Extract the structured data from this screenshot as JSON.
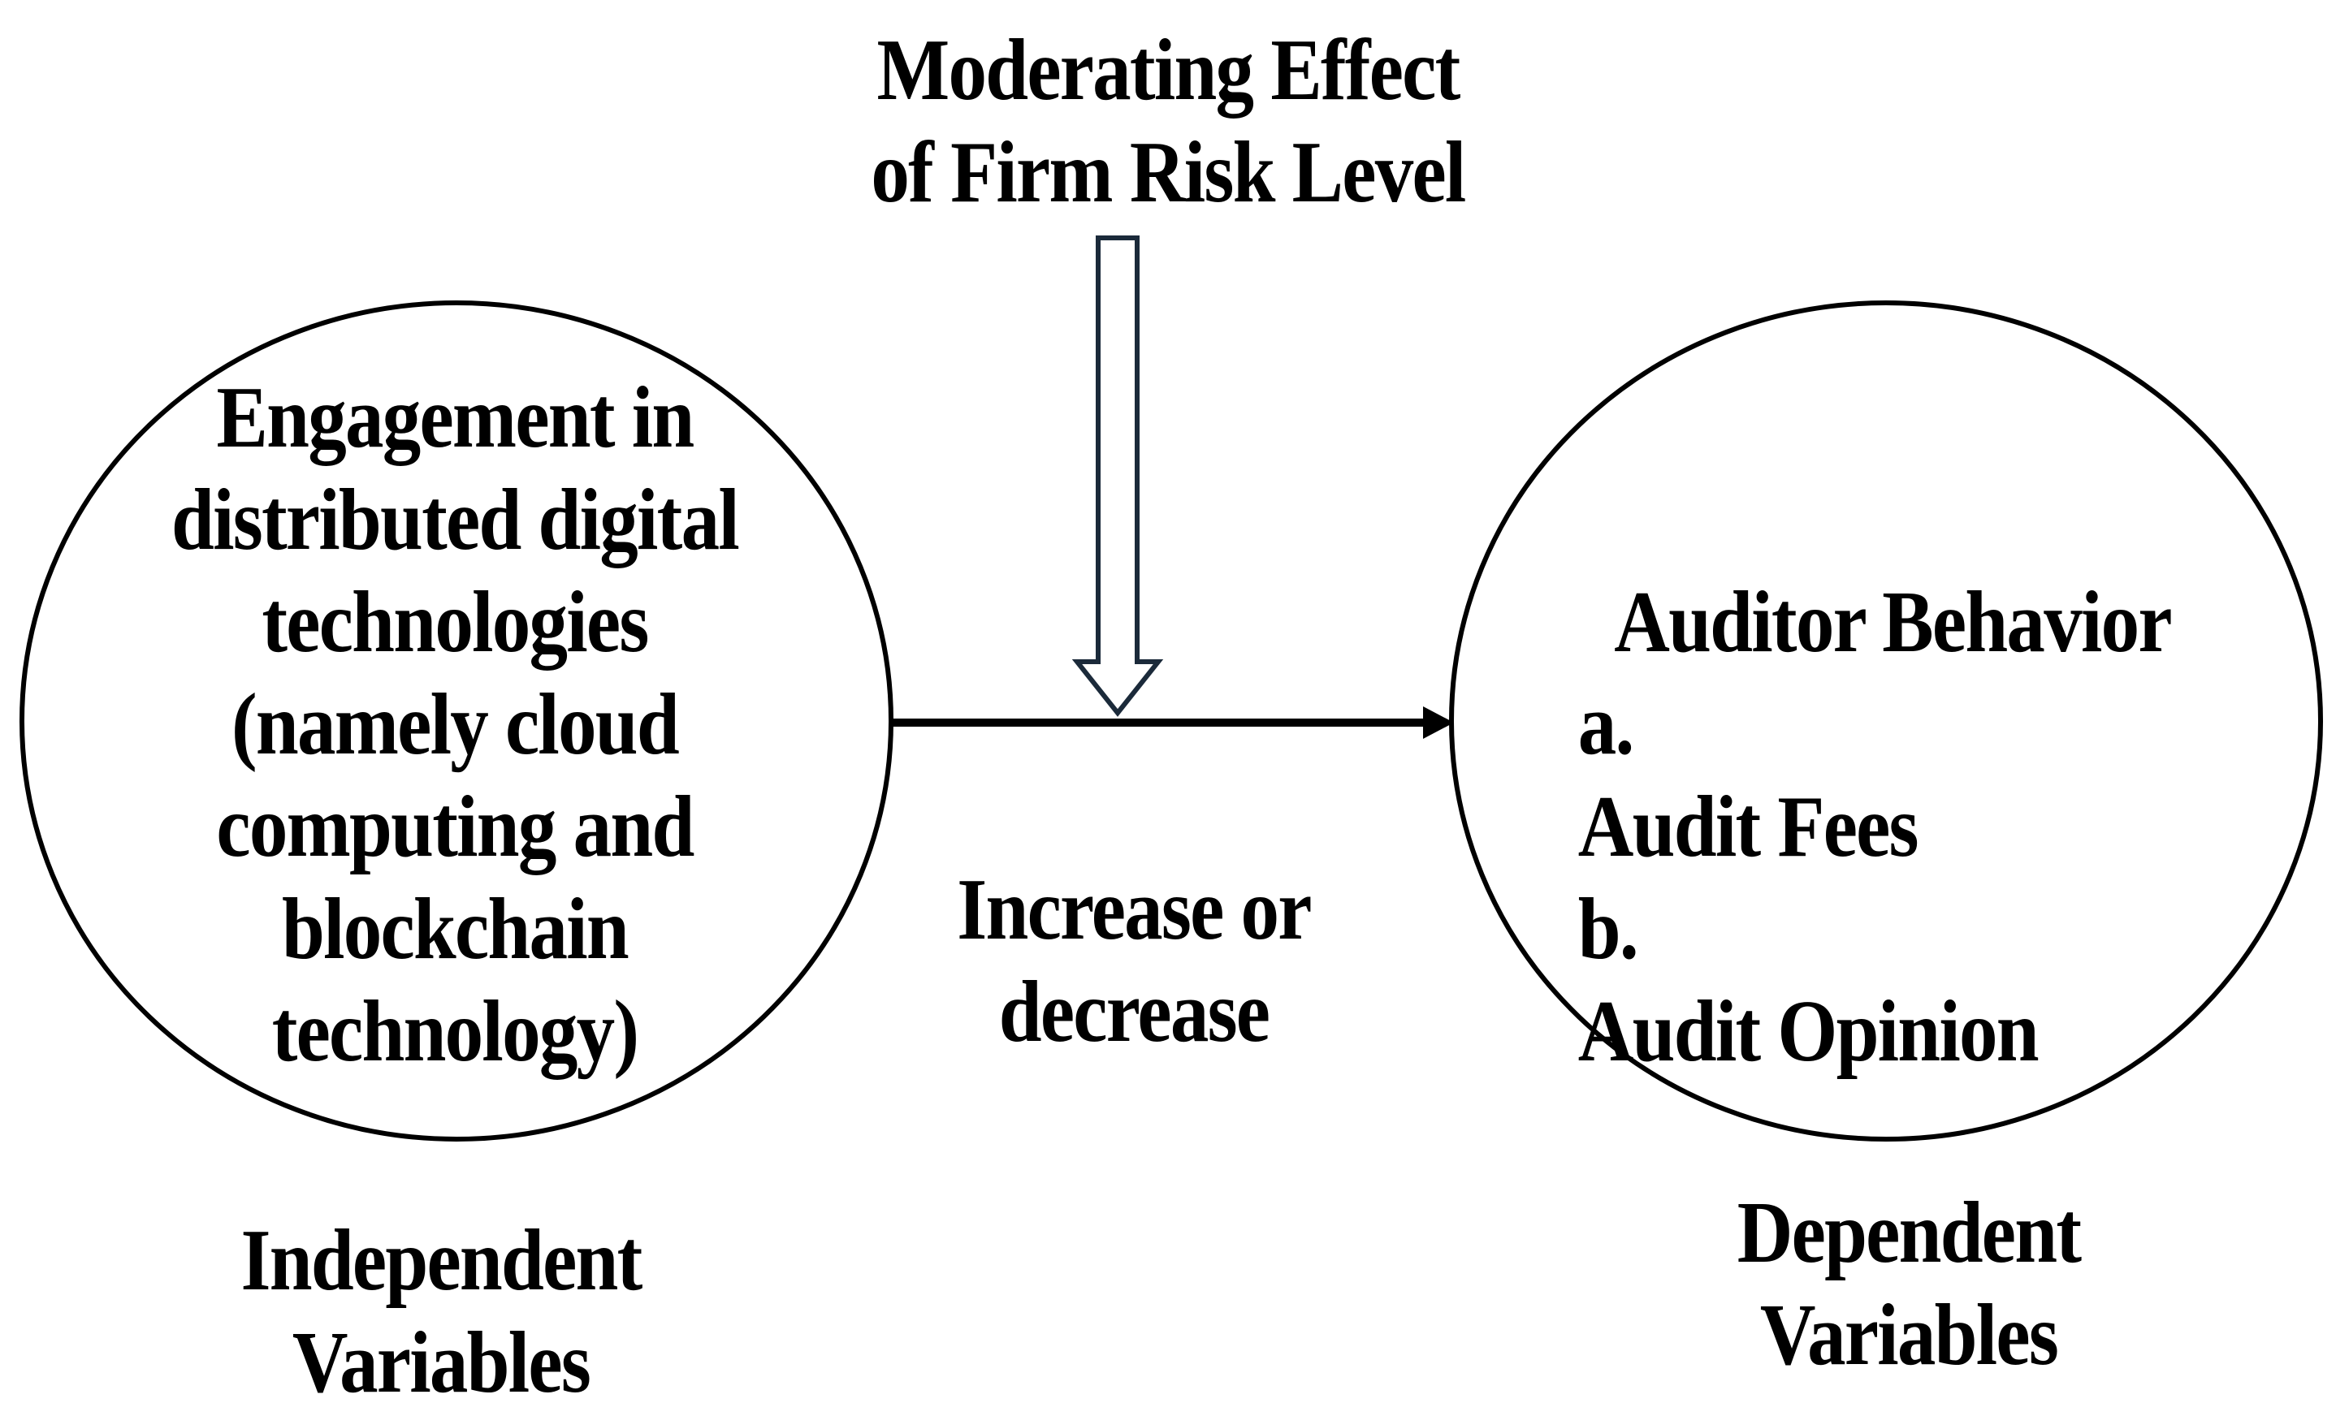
{
  "moderator": {
    "lines": [
      "Moderating Effect",
      "of Firm Risk Level"
    ]
  },
  "independent_node": {
    "lines": [
      "Engagement in",
      "distributed digital",
      "technologies",
      "(namely cloud",
      "computing and",
      "blockchain",
      "technology)"
    ],
    "caption": [
      "Independent",
      "Variables"
    ]
  },
  "dependent_node": {
    "title": "Auditor Behavior",
    "items": [
      {
        "marker": "a.",
        "text": "Audit Fees"
      },
      {
        "marker": "b.",
        "text": "Audit Opinion"
      }
    ],
    "caption": [
      "Dependent",
      "Variables"
    ]
  },
  "relationship": {
    "lines": [
      "Increase or",
      "decrease"
    ]
  },
  "colors": {
    "stroke": "#000000",
    "moderator_arrow_stroke": "#1b2a3a",
    "background": "#ffffff"
  }
}
